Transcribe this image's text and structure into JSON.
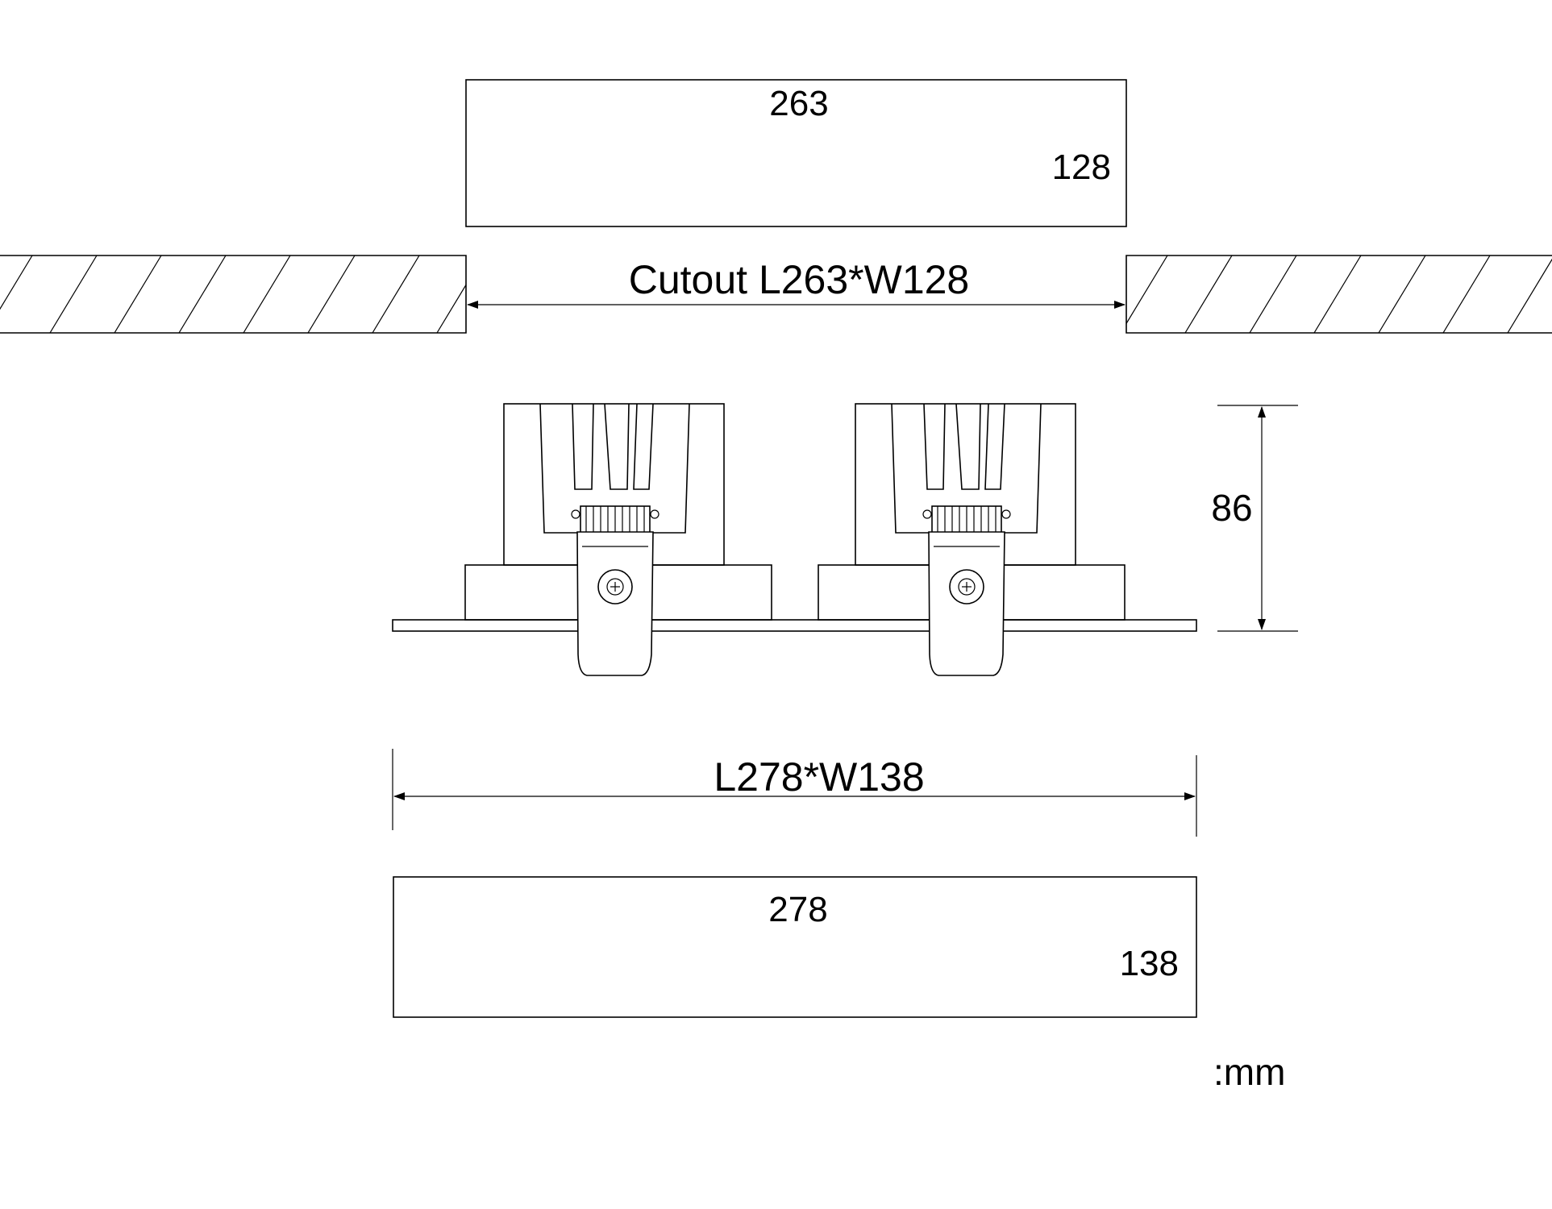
{
  "cutout": {
    "length_label": "263",
    "width_label": "128",
    "dimension_label": "Cutout L263*W128"
  },
  "fixture": {
    "height_label": "86",
    "dimension_label": "L278*W138"
  },
  "product": {
    "length_label": "278",
    "width_label": "138"
  },
  "unit_label": ":mm",
  "colors": {
    "line": "#000000",
    "background": "#ffffff"
  }
}
